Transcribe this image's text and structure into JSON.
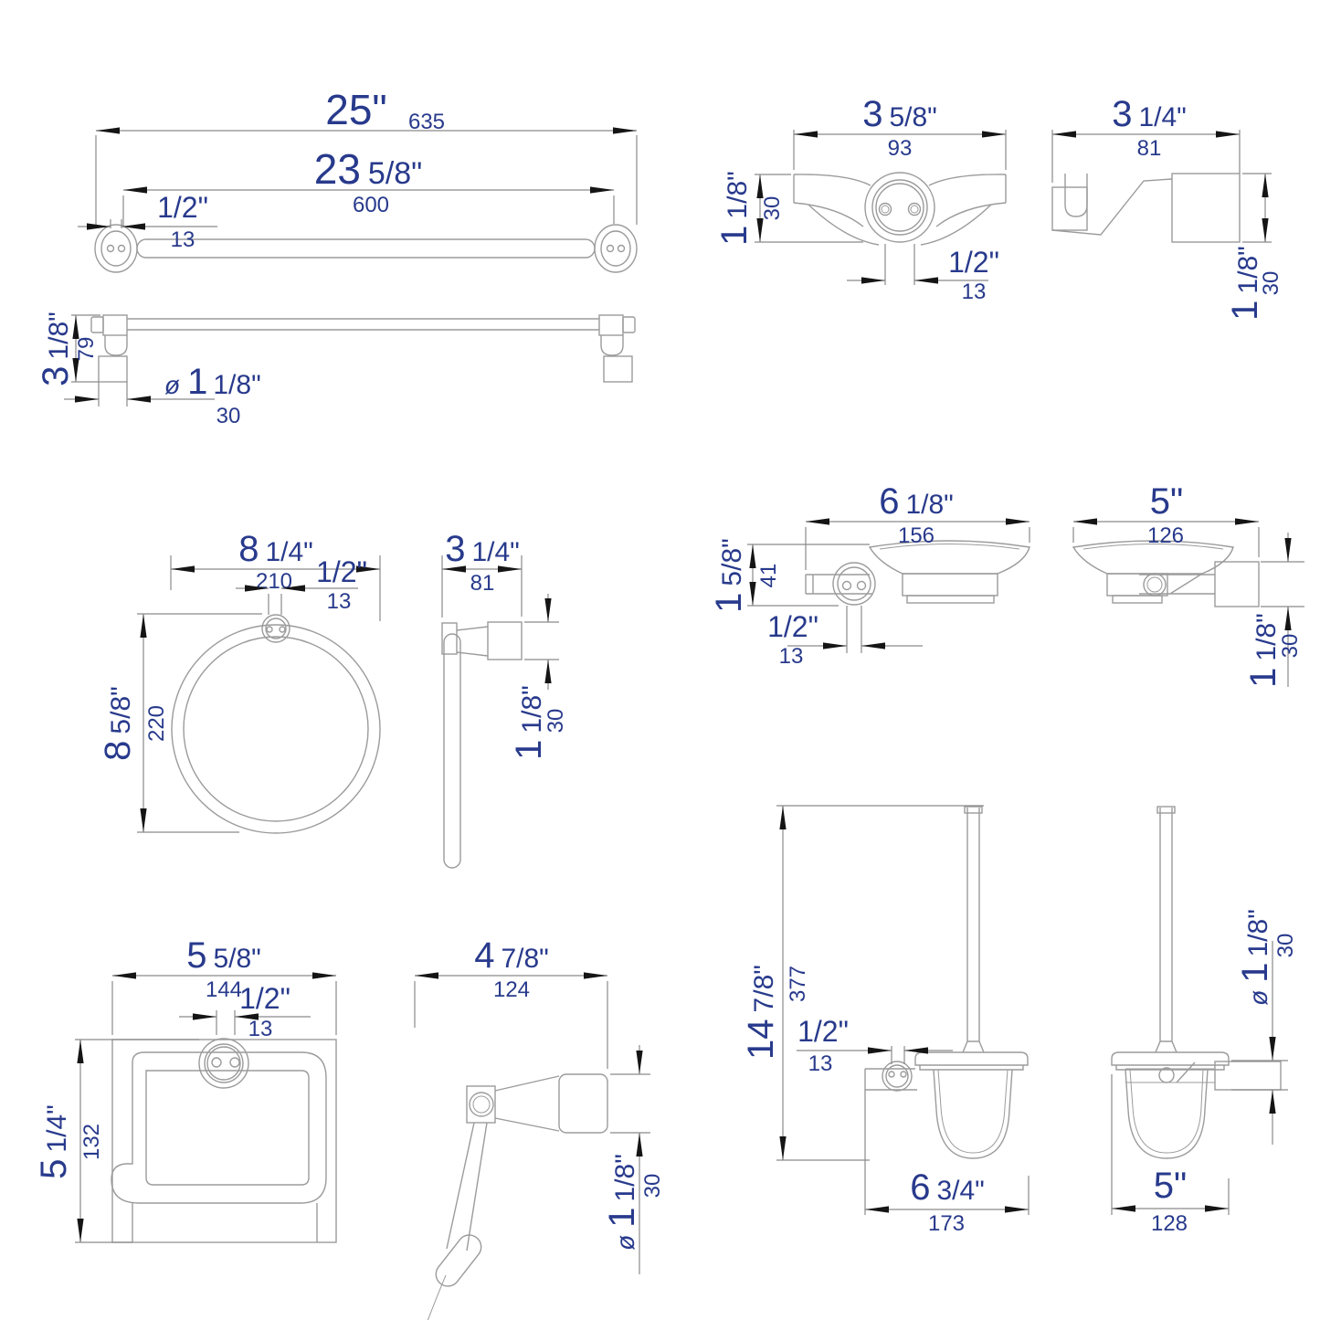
{
  "title": "Bathroom accessory set technical dimension drawings",
  "colors": {
    "dimension_text": "#283a8c",
    "object_line": "#9b9b9b",
    "dimension_line": "#8a8a8a",
    "arrow": "#151515"
  },
  "figures": {
    "towel_bar": {
      "name": "towel bar",
      "overall_width": {
        "big": "25\"",
        "mm": "635"
      },
      "bar_length": {
        "big": "23",
        "frac": "5/8\"",
        "mm": "600"
      },
      "screw_spacing": {
        "big": "1/2\"",
        "mm": "13"
      },
      "height": {
        "big": "3",
        "frac": "1/8\"",
        "mm": "79"
      },
      "post_diameter": {
        "prefix": "ø",
        "big": "1",
        "frac": "1/8\"",
        "mm": "30"
      }
    },
    "robe_hook": {
      "name": "robe hook",
      "width": {
        "big": "3",
        "frac": "5/8\"",
        "mm": "93"
      },
      "height": {
        "big": "1",
        "frac": "1/8\"",
        "mm": "30"
      },
      "screw_spacing": {
        "big": "1/2\"",
        "mm": "13"
      },
      "depth": {
        "big": "3",
        "frac": "1/4\"",
        "mm": "81"
      },
      "body_height": {
        "big": "1",
        "frac": "1/8\"",
        "mm": "30"
      }
    },
    "towel_ring": {
      "name": "towel ring",
      "width": {
        "big": "8",
        "frac": "1/4\"",
        "mm": "210"
      },
      "screw_spacing": {
        "big": "1/2\"",
        "mm": "13"
      },
      "height": {
        "big": "8",
        "frac": "5/8\"",
        "mm": "220"
      },
      "depth": {
        "big": "3",
        "frac": "1/4\"",
        "mm": "81"
      },
      "mount_height": {
        "big": "1",
        "frac": "1/8\"",
        "mm": "30"
      }
    },
    "soap_dish": {
      "name": "soap dish",
      "width": {
        "big": "6",
        "frac": "1/8\"",
        "mm": "156"
      },
      "height": {
        "big": "1",
        "frac": "5/8\"",
        "mm": "41"
      },
      "screw_spacing": {
        "big": "1/2\"",
        "mm": "13"
      },
      "depth": {
        "big": "5\"",
        "mm": "126"
      },
      "mount_height": {
        "big": "1",
        "frac": "1/8\"",
        "mm": "30"
      }
    },
    "paper_holder": {
      "name": "toilet paper holder",
      "width": {
        "big": "5",
        "frac": "5/8\"",
        "mm": "144"
      },
      "screw_spacing": {
        "big": "1/2\"",
        "mm": "13"
      },
      "height": {
        "big": "5",
        "frac": "1/4\"",
        "mm": "132"
      },
      "depth": {
        "big": "4",
        "frac": "7/8\"",
        "mm": "124"
      },
      "bar_diameter": {
        "prefix": "ø",
        "big": "1",
        "frac": "1/8\"",
        "mm": "30"
      }
    },
    "brush_holder": {
      "name": "toilet brush holder",
      "height": {
        "big": "14",
        "frac": "7/8\"",
        "mm": "377"
      },
      "screw_spacing": {
        "big": "1/2\"",
        "mm": "13"
      },
      "width": {
        "big": "6",
        "frac": "3/4\"",
        "mm": "173"
      },
      "bracket_diameter": {
        "prefix": "ø",
        "big": "1",
        "frac": "1/8\"",
        "mm": "30"
      },
      "cup_width": {
        "big": "5\"",
        "mm": "128"
      }
    }
  }
}
